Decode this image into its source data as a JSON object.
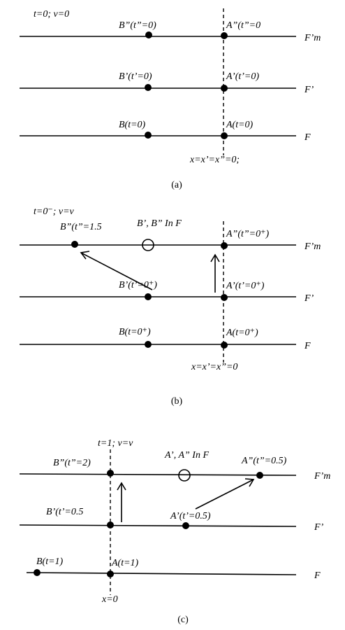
{
  "panel_a": {
    "header": "t=0; v=0",
    "lines": {
      "top": "F’m",
      "mid": "F’",
      "bot": "F"
    },
    "labels": {
      "b_top": "B”(t”=0)",
      "a_top": "A”(t”=0",
      "b_mid": "B’(t’=0)",
      "a_mid": "A’(t’=0)",
      "b_bot": "B(t=0)",
      "a_bot": "A(t=0)"
    },
    "axis": "x=x’=x”=0;",
    "caption": "(a)"
  },
  "panel_b": {
    "header": "t=0⁻; v=v",
    "lines": {
      "top": "F’m",
      "mid": "F’",
      "bot": "F"
    },
    "labels": {
      "b_top": "B”(t”=1.5",
      "ring": "B’, B” In F",
      "a_top": "A”(t”=0⁺)",
      "b_mid": "B’(t’=0⁺)",
      "a_mid": "A’(t’=0⁺)",
      "b_bot": "B(t=0⁺)",
      "a_bot": "A(t=0⁺)"
    },
    "axis": "x=x’=x”=0",
    "caption": "(b)"
  },
  "panel_c": {
    "header": "t=1; v=v",
    "lines": {
      "top": "F’m",
      "mid": "F’",
      "bot": "F"
    },
    "labels": {
      "b_top": "B”(t”=2)",
      "ring": "A’, A” In F",
      "a_top": "A”(t”=0.5)",
      "b_mid": "B’(t’=0.5",
      "a_mid": "A’(t’=0.5)",
      "b_bot": "B(t=1)",
      "a_bot": "A(t=1)"
    },
    "axis": "x=0",
    "caption": "(c)"
  }
}
